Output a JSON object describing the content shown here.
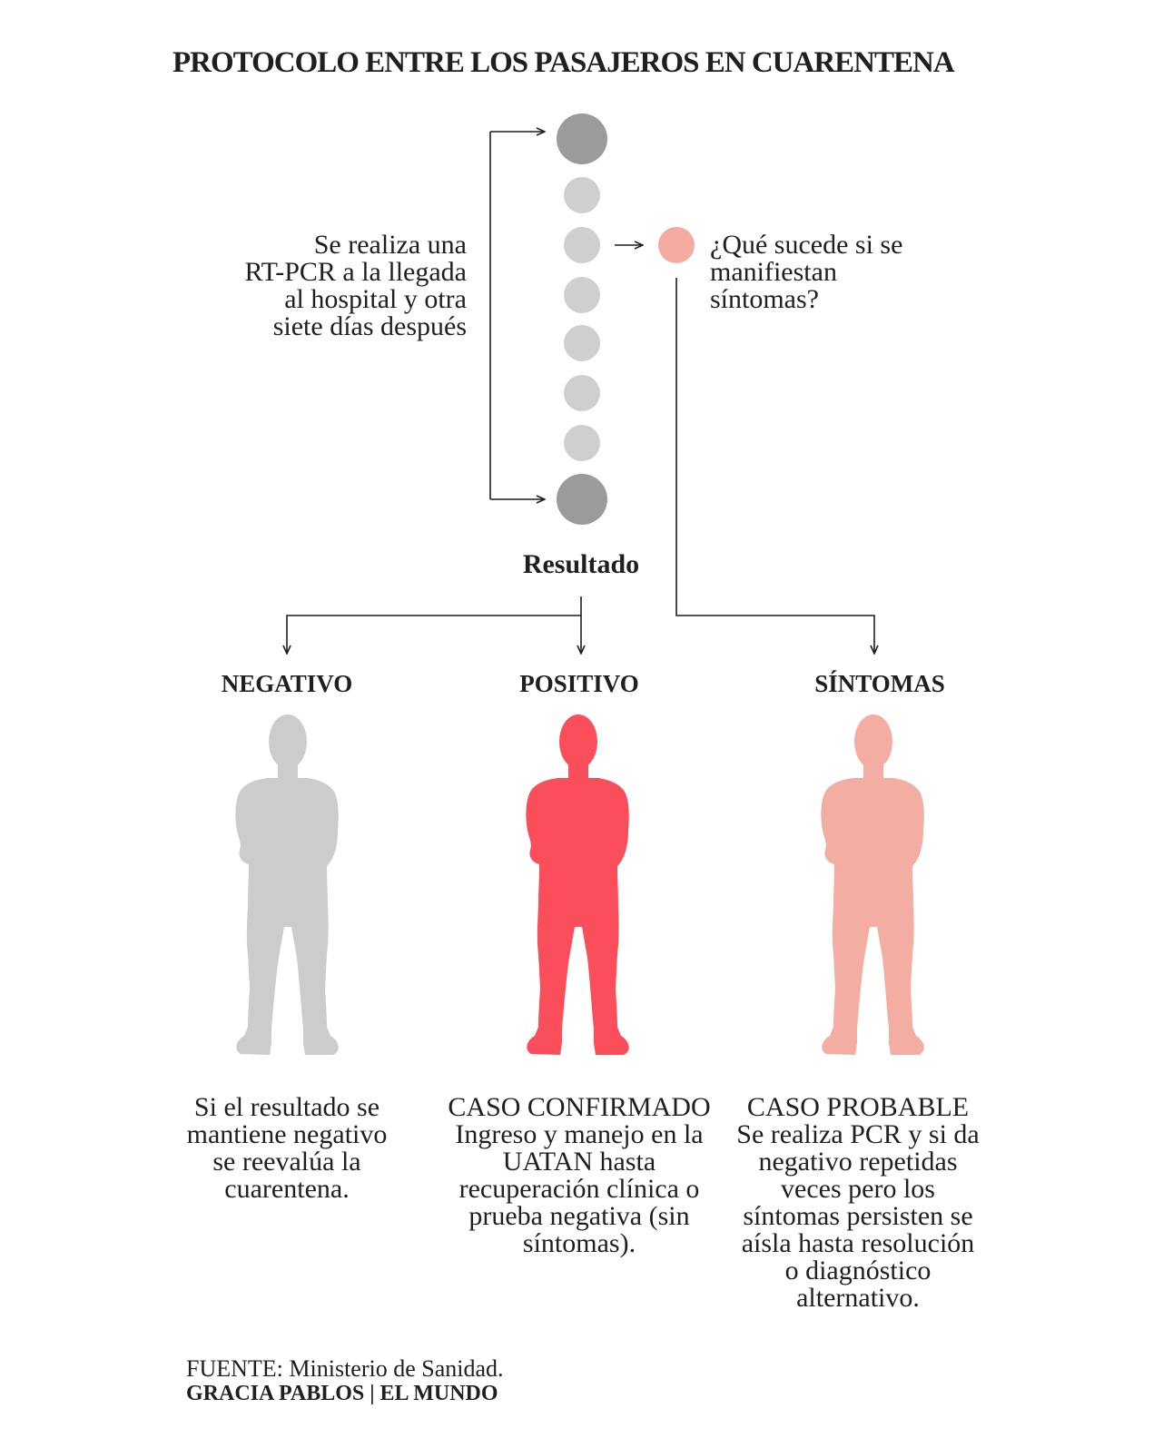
{
  "title": "PROTOCOLO ENTRE LOS PASAJEROS EN CUARENTENA",
  "test_note": {
    "lines": [
      "Se realiza una",
      "RT-PCR a la llegada",
      "al hospital y otra",
      "siete días después"
    ]
  },
  "symptom_question": {
    "lines": [
      "¿Qué sucede si se",
      "manifiestan",
      "síntomas?"
    ]
  },
  "result_label": "Resultado",
  "outcomes": [
    {
      "heading": "NEGATIVO",
      "figure_color": "#cccccc",
      "lines": [
        "Si el resultado se",
        "mantiene negativo",
        "se reevalúa la",
        "cuarentena."
      ]
    },
    {
      "heading": "POSITIVO",
      "figure_color": "#fa4f5b",
      "lines": [
        "CASO CONFIRMADO",
        "Ingreso y manejo en la",
        "UATAN hasta",
        "recuperación clínica o",
        "prueba negativa (sin",
        "síntomas)."
      ]
    },
    {
      "heading": "SÍNTOMAS",
      "figure_color": "#f4ada2",
      "lines": [
        "CASO PROBABLE",
        "Se realiza PCR y si da",
        "negativo repetidas",
        "veces pero los",
        "síntomas persisten se",
        "aísla hasta resolución",
        "o diagnóstico",
        "alternativo."
      ]
    }
  ],
  "colors": {
    "pcr_circle": "#9b9b9b",
    "day_circle": "#cfcfcf",
    "symptom_circle": "#f5ab9f"
  },
  "footer": {
    "source": "FUENTE: Ministerio de Sanidad.",
    "credit": "GRACIA PABLOS | EL MUNDO"
  }
}
